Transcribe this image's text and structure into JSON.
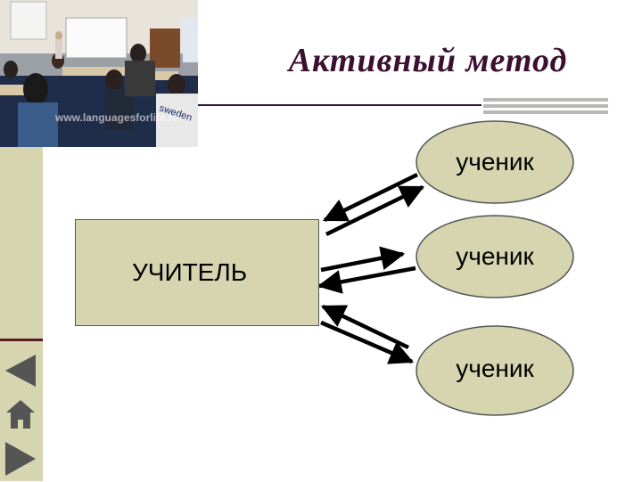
{
  "slide": {
    "title": "Активный метод",
    "teacher_label": "УЧИТЕЛЬ",
    "students": [
      {
        "label": "ученик"
      },
      {
        "label": "ученик"
      },
      {
        "label": "ученик"
      }
    ]
  },
  "photo": {
    "watermark": "www.languagesforlife.ru",
    "shirt_text": "sweden"
  },
  "colors": {
    "panel": "#d6d5b0",
    "title": "#3b1030",
    "accent_line": "#5a1a26",
    "rule_block": "#b9b8b7",
    "nav_buttons": "#555555"
  },
  "navigation": {
    "previous": "arrow-left-icon",
    "home": "home-icon",
    "next": "arrow-right-icon"
  }
}
